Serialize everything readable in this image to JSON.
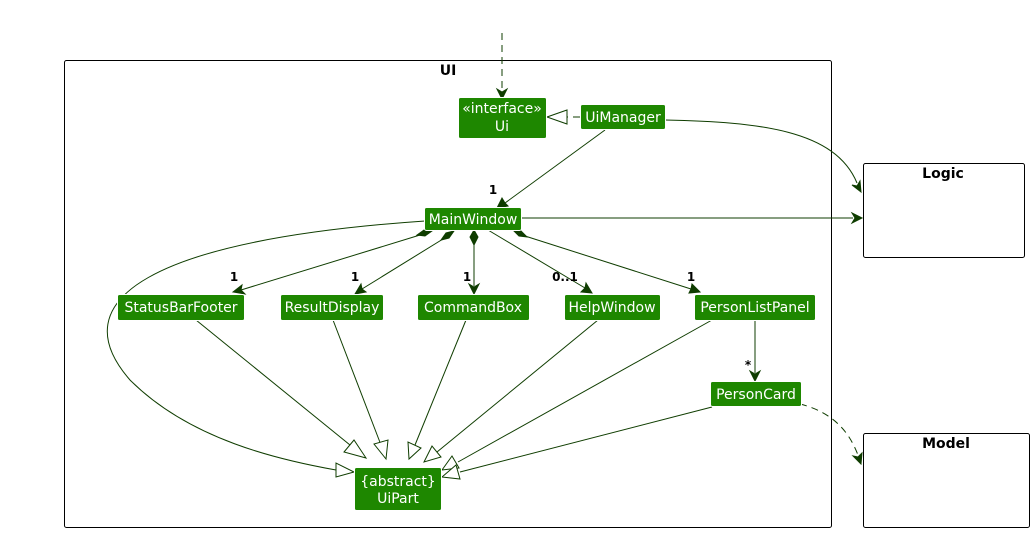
{
  "packages": {
    "ui": {
      "title": "UI"
    },
    "logic": {
      "title": "Logic"
    },
    "model": {
      "title": "Model"
    }
  },
  "classes": {
    "ui_interface": {
      "stereotype": "«interface»",
      "name": "Ui"
    },
    "ui_manager": {
      "name": "UiManager"
    },
    "main_window": {
      "name": "MainWindow"
    },
    "status_bar_footer": {
      "name": "StatusBarFooter"
    },
    "result_display": {
      "name": "ResultDisplay"
    },
    "command_box": {
      "name": "CommandBox"
    },
    "help_window": {
      "name": "HelpWindow"
    },
    "person_list_panel": {
      "name": "PersonListPanel"
    },
    "person_card": {
      "name": "PersonCard"
    },
    "ui_part": {
      "stereotype": "{abstract}",
      "name": "UiPart"
    }
  },
  "multiplicities": {
    "main_window": "1",
    "status_bar_footer": "1",
    "result_display": "1",
    "command_box": "1",
    "help_window": "0..1",
    "person_list_panel": "1",
    "person_card": "*"
  },
  "colors": {
    "class_fill": "#1e8700",
    "class_text": "#ffffff",
    "edge": "#0f3d00",
    "package_border": "#000000"
  }
}
